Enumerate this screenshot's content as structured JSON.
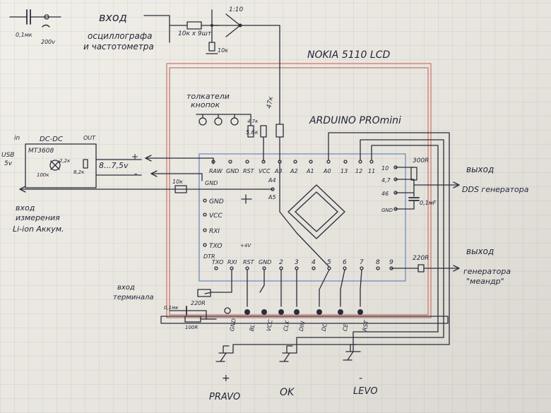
{
  "top": {
    "input_title": "вход",
    "input_sub1": "осциллографа",
    "input_sub2": "и частотометра",
    "cap_value": "0,1мк",
    "cap_voltage": "200v",
    "ratio": "1:10",
    "res_chain": "10к x 9шт",
    "res_10k": "10к"
  },
  "lcd_title": "NOKIA 5110 LCD",
  "buttons_title1": "толкатели",
  "buttons_title2": "кнопок",
  "buttons_res1": "4,7к",
  "buttons_res2": "5,6к",
  "res_47k": "47к",
  "board_title": "ARDUINO PROmini",
  "dcdc": {
    "in": "in",
    "title": "DC-DC",
    "out": "OUT",
    "usb": "USB",
    "v5": "5v",
    "chip": "MT3608",
    "r1": "2,2к",
    "r2": "100к",
    "r3": "8,2к",
    "out_voltage": "8...7,5v",
    "plus": "+",
    "minus": "-"
  },
  "top_pins": [
    "RAW",
    "GND",
    "RST",
    "VCC",
    "A3",
    "A2",
    "A1",
    "A0",
    "13",
    "12",
    "11"
  ],
  "right_pins": [
    "10",
    "4,7",
    "46",
    "GND"
  ],
  "res_300": "300R",
  "cap_01": "0,1мF",
  "dds": {
    "line1": "выход",
    "line2": "DDS генератора"
  },
  "gnd_pin": "GND",
  "a5": "A5",
  "a4": "A4",
  "res_10k_batt": "10к",
  "batt": {
    "line1": "вход",
    "line2": "измерения",
    "line3": "Li-ion Аккум."
  },
  "left_pins": [
    "GND",
    "VCC",
    "RXI",
    "TXO"
  ],
  "dtr": "DTR",
  "left_plus": "+4V",
  "bottom_pins": [
    "TXO",
    "RXI",
    "RST",
    "GND",
    "2",
    "3",
    "4",
    "5",
    "6",
    "7",
    "8",
    "9"
  ],
  "res_220_meander": "220R",
  "meander": {
    "line1": "выход",
    "line2": "генератора",
    "line3": "\"меандр\""
  },
  "terminal": {
    "line1": "вход",
    "line2": "терминала",
    "res": "220R",
    "cap": "0,1мк",
    "res2": "100R"
  },
  "lcd_pins": [
    "GND",
    "BL",
    "VCC",
    "CLK",
    "DIN",
    "DC",
    "CE",
    "RST"
  ],
  "controls": {
    "pravo_sign": "+",
    "pravo": "PRAVO",
    "ok": "OK",
    "levo_sign": "-",
    "levo": "LEVO"
  }
}
